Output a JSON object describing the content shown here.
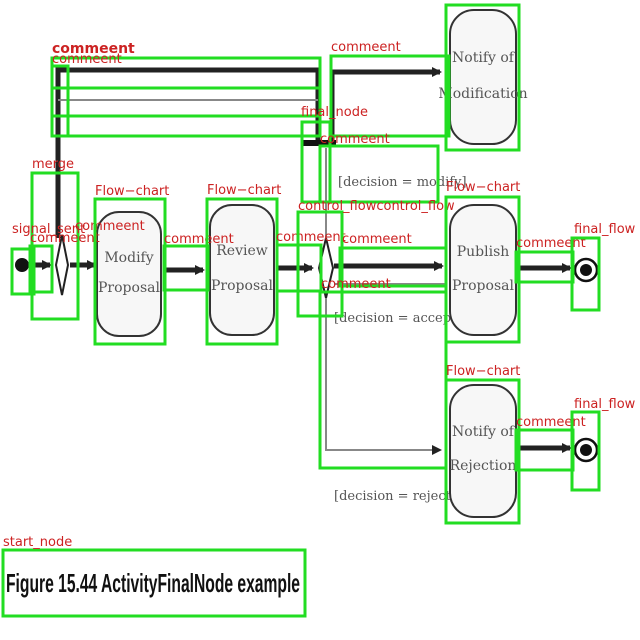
{
  "figure_caption": "Figure 15.44  ActivityFinalNode example",
  "activities": {
    "modify": [
      "Modify",
      "Proposal"
    ],
    "review": [
      "Review",
      "Proposal"
    ],
    "publish": [
      "Publish",
      "Proposal"
    ],
    "notify_modification": [
      "Notify of",
      "Modification"
    ],
    "notify_rejection": [
      "Notify of",
      "Rejection"
    ]
  },
  "guards": {
    "modify": "[decision = modify]",
    "accept": "[decision = accept]",
    "reject": "[decision = reject]"
  },
  "annotation_labels": {
    "comment": "commeent",
    "flow_chart": "Flow−chart",
    "merge": "merge",
    "final_node": "final_node",
    "control_flow": "control_flowcontrol_flow",
    "signal_sent": "signal_sent",
    "final_flow": "final_flow",
    "start_node": "start_node"
  },
  "colors": {
    "annotation_box": "#22dd22",
    "annotation_text": "#cc2222"
  }
}
